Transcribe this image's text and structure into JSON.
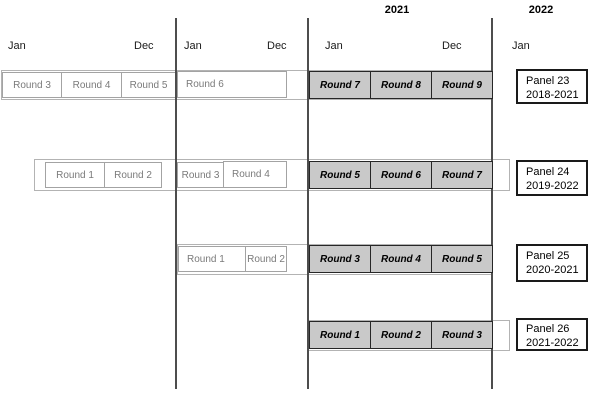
{
  "years": {
    "y2021": "2021",
    "y2022": "2022"
  },
  "months": {
    "s1_jan": "Jan",
    "s1_dec": "Dec",
    "s2_jan": "Jan",
    "s2_dec": "Dec",
    "s3_jan": "Jan",
    "s3_dec": "Dec",
    "s4_jan": "Jan"
  },
  "rows": [
    {
      "panel_line1": "Panel 23",
      "panel_line2": "2018-2021",
      "white_rounds": [
        "Round 3",
        "Round 4",
        "Round 5",
        "Round 6"
      ],
      "gray_rounds": [
        "Round 7",
        "Round 8",
        "Round 9"
      ]
    },
    {
      "panel_line1": "Panel 24",
      "panel_line2": "2019-2022",
      "white_rounds": [
        "Round 1",
        "Round 2",
        "Round 3",
        "Round 4"
      ],
      "gray_rounds": [
        "Round 5",
        "Round 6",
        "Round 7"
      ]
    },
    {
      "panel_line1": "Panel 25",
      "panel_line2": "2020-2021",
      "white_rounds": [
        "Round 1",
        "Round 2"
      ],
      "gray_rounds": [
        "Round 3",
        "Round 4",
        "Round 5"
      ]
    },
    {
      "panel_line1": "Panel 26",
      "panel_line2": "2021-2022",
      "white_rounds": [],
      "gray_rounds": [
        "Round 1",
        "Round 2",
        "Round 3"
      ]
    }
  ],
  "colors": {
    "divider_line": "#4d4d4d",
    "row_container_border": "#b3b3b3",
    "white_box_border": "#a3a3a3",
    "white_box_text": "#7a7a7a",
    "gray_box_fill": "#c9c9c9",
    "gray_box_border": "#262626",
    "panel_box_border": "#1a1a1a"
  }
}
